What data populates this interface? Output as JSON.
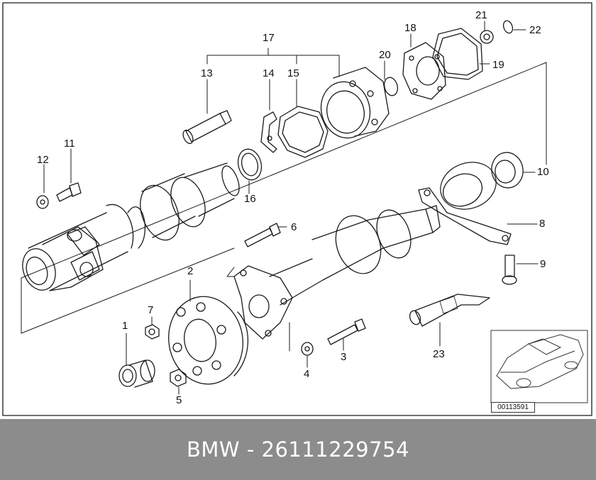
{
  "diagram": {
    "callouts": [
      {
        "id": "c1",
        "text": "1"
      },
      {
        "id": "c2",
        "text": "2"
      },
      {
        "id": "c3",
        "text": "3"
      },
      {
        "id": "c4",
        "text": "4"
      },
      {
        "id": "c5",
        "text": "5"
      },
      {
        "id": "c6",
        "text": "6"
      },
      {
        "id": "c7",
        "text": "7"
      },
      {
        "id": "c8",
        "text": "8"
      },
      {
        "id": "c9",
        "text": "9"
      },
      {
        "id": "c10",
        "text": "10"
      },
      {
        "id": "c11",
        "text": "11"
      },
      {
        "id": "c12",
        "text": "12"
      },
      {
        "id": "c13",
        "text": "13"
      },
      {
        "id": "c14",
        "text": "14"
      },
      {
        "id": "c15",
        "text": "15"
      },
      {
        "id": "c16",
        "text": "16"
      },
      {
        "id": "c17",
        "text": "17"
      },
      {
        "id": "c18",
        "text": "18"
      },
      {
        "id": "c19",
        "text": "19"
      },
      {
        "id": "c20",
        "text": "20"
      },
      {
        "id": "c21",
        "text": "21"
      },
      {
        "id": "c22",
        "text": "22"
      },
      {
        "id": "c23",
        "text": "23"
      }
    ],
    "reference_number": "00113591"
  },
  "footer": {
    "caption": "BMW - 26111229754"
  },
  "colors": {
    "line": "#1a1a1a",
    "footer_bg": "#8c8c8c",
    "footer_text": "#ffffff"
  }
}
